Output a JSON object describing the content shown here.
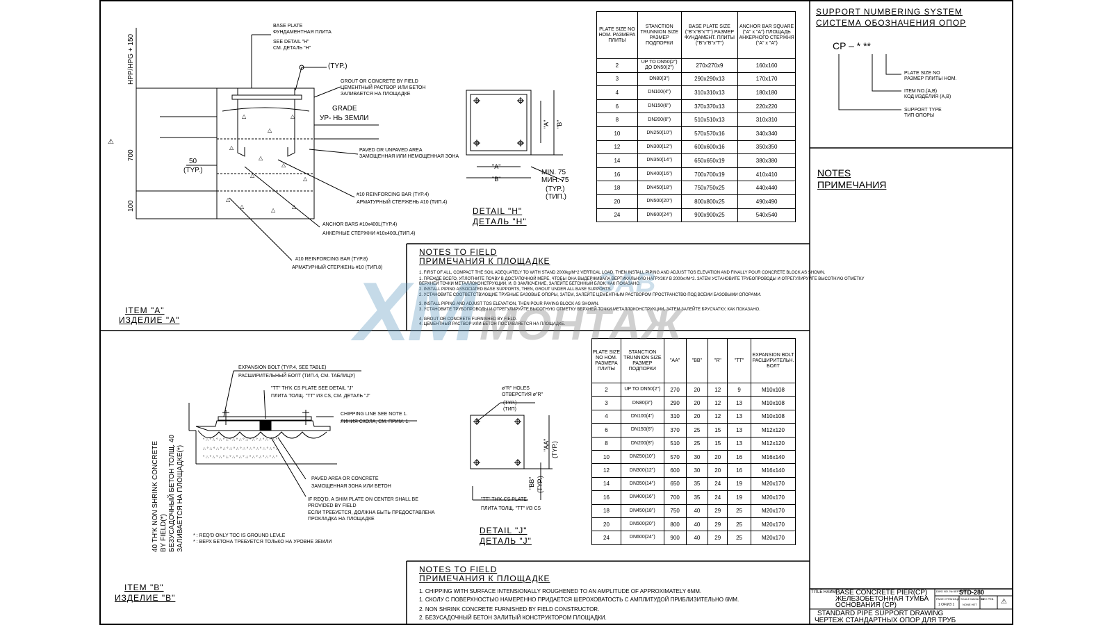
{
  "item_a": {
    "title_en": "ITEM \"A\"",
    "title_ru": "ИЗДЕЛИЕ \"А\"",
    "dim_top": "HPP/HPG + 150",
    "dim_700": "700",
    "dim_100": "100",
    "dim_50": "50",
    "dim_50_typ": "(TYP.)",
    "base_plate_en": "BASE PLATE",
    "base_plate_ru": "ФУНДАМЕНТНАЯ ПЛИТА",
    "see_detail_en": "SEE DETAIL \"H\"",
    "see_detail_ru": "СМ. ДЕТАЛЬ \"H\"",
    "typ": "(TYP.)",
    "grout_en": "GROUT OR CONCRETE   BY FIELD",
    "grout_ru1": "ЦЕМЕНТНЫЙ РАСТВОР ИЛИ БЕТОН",
    "grout_ru2": "ЗАЛИВАЕТСЯ НА ПЛОЩАДКЕ",
    "grade_en": "GRADE",
    "grade_ru": "УР- НЬ ЗЕМЛИ",
    "paved_en": "PAVED  OR    UNPAVED  AREA",
    "paved_ru": "ЗАМОЩЕННАЯ ИЛИ НЕМОЩЕННАЯ ЗОНА",
    "rebar4_en": "#10 REINFORCING BAR (TYP.4)",
    "rebar4_ru": "АРМАТУРНЫЙ СТЕРЖЕНЬ #10 (ТИП.4)",
    "anchor_en": "ANCHOR BARS #10x400L(TYP.4)",
    "anchor_ru": "АНКЕРНЫЕ СТЕРЖНИ #10x400L(ТИП.4)",
    "rebar8_en": "#10 REINFORCING BAR    (TYP.8)",
    "rebar8_ru": "АРМАТУРНЫЙ СТЕРЖЕНЬ #10  (ТИП.8)"
  },
  "detail_h": {
    "title_en": "DETAIL  \"H\"",
    "title_ru": "ДЕТАЛЬ  \"H\"",
    "a": "\"A\"",
    "b": "\"B\"",
    "min_en": "MIN. 75",
    "min_ru": "МИН. 75",
    "typ_en": "(TYP.)",
    "typ_ru": "(ТИП.)"
  },
  "table_a": {
    "headers": [
      "PLATE SIZE NO НОМ. РАЗМЕРА ПЛИТЫ",
      "STANCTION TRUNNION SIZE РАЗМЕР ПОДПОРКИ",
      "BASE PLATE SIZE (\"B\"x\"B\"x\"T\") РАЗМЕР ФУНДАМЕНТ. ПЛИТЫ (\"B\"x\"B\"x\"T\")",
      "ANCHOR BAR SQUARE (\"A\" x \"A\") ПЛОЩАДЬ АНКЕРНОГО СТЕРЖНЯ (\"A\" x \"A\")"
    ],
    "rows": [
      [
        "2",
        "UP TO DN50(2\") ДО DN50(2\")",
        "270x270x9",
        "160x160"
      ],
      [
        "3",
        "DN80(3\")",
        "290x290x13",
        "170x170"
      ],
      [
        "4",
        "DN100(4\")",
        "310x310x13",
        "180x180"
      ],
      [
        "6",
        "DN150(6\")",
        "370x370x13",
        "220x220"
      ],
      [
        "8",
        "DN200(8\")",
        "510x510x13",
        "310x310"
      ],
      [
        "10",
        "DN250(10\")",
        "570x570x16",
        "340x340"
      ],
      [
        "12",
        "DN300(12\")",
        "600x600x16",
        "350x350"
      ],
      [
        "14",
        "DN350(14\")",
        "650x650x19",
        "380x380"
      ],
      [
        "16",
        "DN400(16\")",
        "700x700x19",
        "410x410"
      ],
      [
        "18",
        "DN450(18\")",
        "750x750x25",
        "440x440"
      ],
      [
        "20",
        "DN500(20\")",
        "800x800x25",
        "490x490"
      ],
      [
        "24",
        "DN600(24\")",
        "900x900x25",
        "540x540"
      ]
    ]
  },
  "numbering": {
    "title_en": "SUPPORT NUMBERING SYSTEM",
    "title_ru": "СИСТЕМА ОБОЗНАЧЕНИЯ ОПОР",
    "code": "CP  –  *  **",
    "plate_en": "PLATE SIZE NO",
    "plate_ru": "РАЗМЕР ПЛИТЫ НОМ.",
    "item_en": "ITEM NO.(A,B)",
    "item_ru": "КОД ИЗДЕЛИЯ (A,B)",
    "type_en": "SUPPORT TYPE",
    "type_ru": "ТИП ОПОРЫ"
  },
  "notes": {
    "title_en": "NOTES",
    "title_ru": "ПРИМЕЧАНИЯ"
  },
  "notes_field_a": {
    "title_en": "NOTES  TO  FIELD",
    "title_ru": "ПРИМЕЧАНИЯ  К  ПЛОЩАДКЕ",
    "lines": [
      "1.  FIRST OF ALL, COMPACT THE SOIL ADEQUATELY TO WITH STAND 2000kg/M^2 VERTICAL LOAD.   THEN INSTALL PIPING AND ADJUST TOS ELEVATION AND FINALLY POUR CONCRETE BLOCK AS SHOWN.",
      "1.  ПРЕЖДЕ ВСЕГО, УПЛОТНИТЕ ПОЧВУ В ДОСТАТОЧНОЙ МЕРЕ, ЧТОБЫ ОНА ВЫДЕРЖИВАЛА ВЕРТИКАЛЬНУЮ НАГРУЗКУ В 2000кг/М^2. ЗАТЕМ УСТАНОВИТЕ ТРУБОПРОВОДЫ И ОТРЕГУЛИРУЙТЕ ВЫСОТНУЮ ОТМЕТКУ",
      "     ВЕРХНЕЙ ТОЧКИ МЕТАЛЛОКОНСТРУКЦИИ, И, В ЗАКЛЮЧЕНИЕ, ЗАЛЕЙТЕ БЕТОННЫЙ БЛОК, КАК ПОКАЗАНО.",
      "2.  INSTALL PIPING ASSOCIATED BASE SUPPORTS, THEN, GROUT UNDER ALL BASE SUPPORTS.",
      "2.  УСТАНОВИТЕ СООТВЕТСТВУЮЩИЕ ТРУБНЫЕ БАЗОВЫЕ ОПОРЫ, ЗАТЕМ, ЗАЛЕЙТЕ ЦЕМЕНТНЫМ РАСТВОРОМ ПРОСТРАНСТВО ПОД ВСЕМИ БАЗОВЫМИ ОПОРАМИ.",
      "3.  INSTALL PIPING AND ADJUST TOS ELEVATION, THEN POUR PAVING BLOCK AS SHOWN.",
      "3.  УСТАНОВИТЕ ТРУБОПРОВОДЫ И ОТРЕГУЛИРУЙТЕ ВЫСОТНУЮ ОТМЕТКУ ВЕРХНЕЙ ТОЧКИ МЕТАЛЛОКОНСТРУКЦИИ, ЗАТЕМ ЗАЛЕЙТЕ БРУСЧАТКУ, КАК ПОКАЗАНО.",
      "4.  GROUT OR CONCRETE FURNISHED BY FIELD.",
      "4.  ЦЕМЕНТНЫЙ РАСТВОР ИЛИ БЕТОН ПОСТАВЛЯЕТСЯ НА ПЛОЩАДКЕ."
    ]
  },
  "item_b": {
    "title_en": "ITEM  \"B\"",
    "title_ru": "ИЗДЕЛИЕ  \"B\"",
    "bolt_en": "EXPANSION BOLT  (TYP.4, SEE TABLE)",
    "bolt_ru": "РАСШИРИТЕЛЬНЫЙ БОЛТ (ТИП.4, СМ. ТАБЛИЦУ)",
    "plate_en": "\"TT\" TH'K CS PLATE   SEE DETAIL \"J\"",
    "plate_ru": "ПЛИТА ТОЛЩ. \"TT\" ИЗ CS, СМ. ДЕТАЛЬ \"J\"",
    "chip_en": "CHIPPING LINE  SEE NOTE 1.",
    "chip_ru": "ЛИНИЯ СКОЛА, СМ. ПРИМ. 1.",
    "paved_en": "PAVED AREA  OR CONCRETE",
    "paved_ru": "ЗАМОЩЕННАЯ ЗОНА ИЛИ БЕТОН",
    "shim_en1": "IF REQ'D, A SHIM PLATE ON CENTER SHALL BE",
    "shim_en2": "PROVIDED BY FIELD",
    "shim_ru1": "ЕСЛИ ТРЕБУЕТСЯ, ДОЛЖНА БЫТЬ ПРЕДОСТАВЛЕНА",
    "shim_ru2": "ПРОКЛАДКА НА ПЛОЩАДКЕ",
    "req_en": "* : REQ'D ONLY TOC IS GROUND LEVLE",
    "req_ru": "* : ВЕРХ БЕТОНА ТРЕБУЕТСЯ ТОЛЬКО НА УРОВНЕ ЗЕМЛИ",
    "vert_en1": "40 TH'K NON SHRINK CONCRETE",
    "vert_en2": "BY FIELD(*)",
    "vert_ru1": "БЕЗУСАДОЧНЫЙ БЕТОН ТОЛЩ. 40",
    "vert_ru2": "ЗАЛИВАЕТСЯ НА ПЛОЩАДКЕ(*)"
  },
  "detail_j": {
    "title_en": "DETAIL  \"J\"",
    "title_ru": "ДЕТАЛЬ  \"J\"",
    "holes_en": "ø\"R\" HOLES",
    "holes_ru": "ОТВЕРСТИЯ ø\"R\"",
    "typ_en": "(TYP.)",
    "typ_ru": "(ТИП)",
    "aa": "\"AA\"",
    "bb": "\"BB\"",
    "plate_en": "\"TT\" TH'K CS PLATE",
    "plate_ru": "ПЛИТА ТОЛЩ. \"TT\" ИЗ CS"
  },
  "table_b": {
    "headers": [
      "PLATE SIZE NO НОМ. РАЗМЕРА ПЛИТЫ",
      "STANCTION TRUNNION SIZE РАЗМЕР ПОДПОРКИ",
      "\"AA\"",
      "\"BB\"",
      "\"R\"",
      "\"TT\"",
      "EXPANSION BOLT РАСШИРИТЕЛЬН. БОЛТ"
    ],
    "rows": [
      [
        "2",
        "UP TO DN50(2\")",
        "270",
        "20",
        "12",
        "9",
        "M10x108"
      ],
      [
        "3",
        "DN80(3\")",
        "290",
        "20",
        "12",
        "13",
        "M10x108"
      ],
      [
        "4",
        "DN100(4\")",
        "310",
        "20",
        "12",
        "13",
        "M10x108"
      ],
      [
        "6",
        "DN150(6\")",
        "370",
        "25",
        "15",
        "13",
        "M12x120"
      ],
      [
        "8",
        "DN200(8\")",
        "510",
        "25",
        "15",
        "13",
        "M12x120"
      ],
      [
        "10",
        "DN250(10\")",
        "570",
        "30",
        "20",
        "16",
        "M16x140"
      ],
      [
        "12",
        "DN300(12\")",
        "600",
        "30",
        "20",
        "16",
        "M16x140"
      ],
      [
        "14",
        "DN350(14\")",
        "650",
        "35",
        "24",
        "19",
        "M20x170"
      ],
      [
        "16",
        "DN400(16\")",
        "700",
        "35",
        "24",
        "19",
        "M20x170"
      ],
      [
        "18",
        "DN450(18\")",
        "750",
        "40",
        "29",
        "25",
        "M20x170"
      ],
      [
        "20",
        "DN500(20\")",
        "800",
        "40",
        "29",
        "25",
        "M20x170"
      ],
      [
        "24",
        "DN600(24\")",
        "900",
        "40",
        "29",
        "25",
        "M20x170"
      ]
    ]
  },
  "notes_field_b": {
    "title_en": "NOTES  TO  FIELD",
    "title_ru": "ПРИМЕЧАНИЯ  К  ПЛОЩАДКЕ",
    "lines": [
      "1.  CHIPPING WITH SURFACE INTENSIONALLY ROUGHENED TO AN AMPLITUDE OF APPROXIMATELY 6MM.",
      "1.  СКОЛУ С ПОВЕРХНОСТЬЮ НАМЕРЕННО ПРИДАЕТСЯ ШЕРОХОВАТОСТЬ С АМПЛИТУДОЙ ПРИБЛИЗИТЕЛЬНО 6ММ.",
      "2.  NON SHRINK CONCRETE FURNISHED BY FIELD CONSTRUCTOR.",
      "2.  БЕЗУСАДОЧНЫЙ БЕТОН ЗАЛИТЫЙ КОНСТРУКТОРОМ ПЛОЩАДКИ."
    ]
  },
  "title_block": {
    "title_label": "TITLE НАИМ.",
    "title_en": "BASE  CONCRETE  PIER(CP)",
    "title_ru1": "ЖЕЛЕЗОБЕТОННАЯ  ТУМБА",
    "title_ru2": "ОСНОВАНИЯ (CP)",
    "dwg_label": "DWG NO. № ЧЕРТЕЖА",
    "dwg_no": "STD-280",
    "page_label": "PAGE СТРАНИЦА",
    "page": "1  OF/ИЗ  1",
    "scale_label": "SCALE МАСШТАБ",
    "scale": "NONE НЕТ",
    "rev_label": "REV РЕВ.",
    "sub_en": "STANDARD PIPE SUPPORT DRAWING",
    "sub_ru": "ЧЕРТЕЖ СТАНДАРТНЫХ ОПОР ДЛЯ ТРУБ"
  },
  "watermark": {
    "main": "ХМ",
    "word": "МОНТАЖ",
    "top": "ЗАВ"
  }
}
